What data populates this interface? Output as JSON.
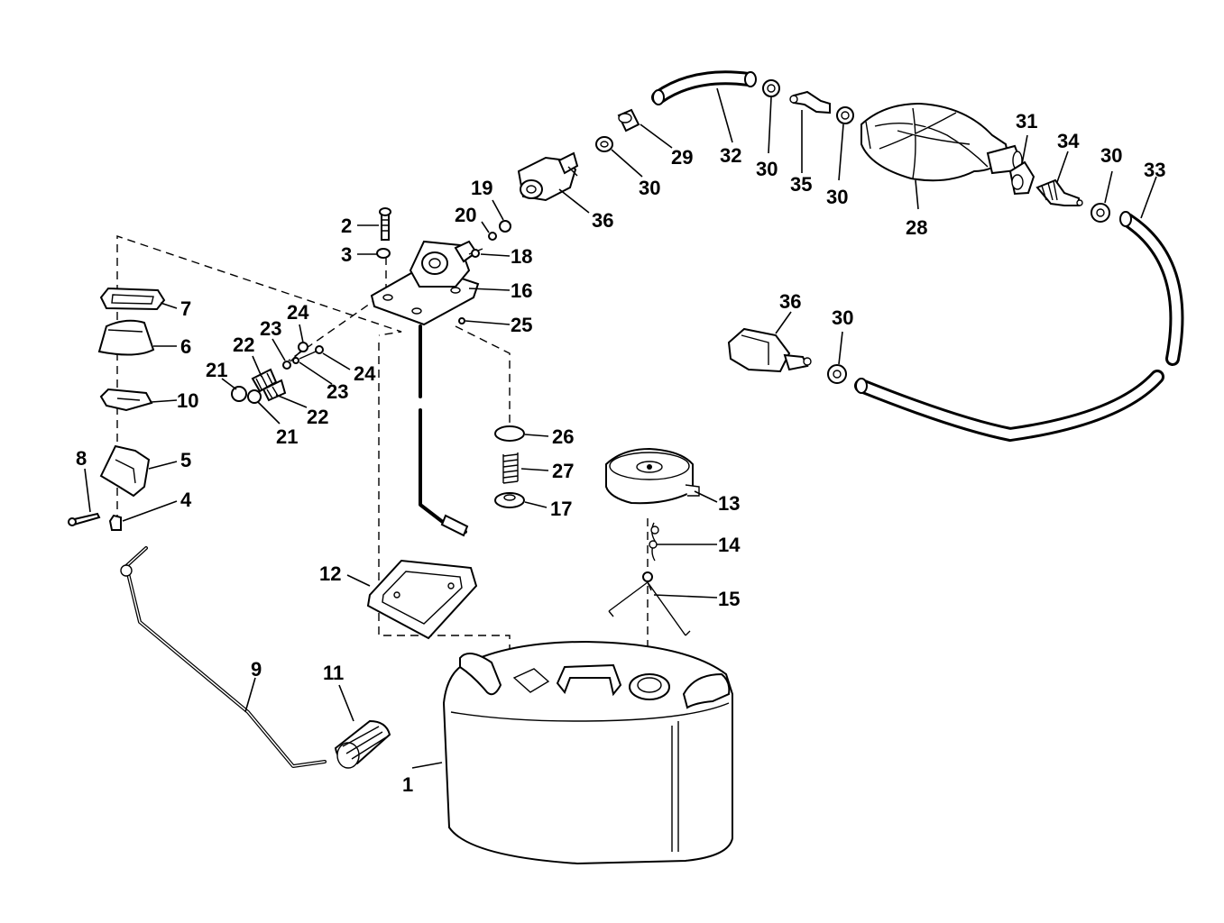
{
  "callouts": {
    "c1": "1",
    "c2": "2",
    "c3": "3",
    "c4": "4",
    "c5": "5",
    "c6": "6",
    "c7": "7",
    "c8": "8",
    "c9": "9",
    "c10": "10",
    "c11": "11",
    "c12": "12",
    "c13": "13",
    "c14": "14",
    "c15": "15",
    "c16": "16",
    "c17": "17",
    "c18": "18",
    "c19": "19",
    "c20": "20",
    "c21a": "21",
    "c21b": "21",
    "c22a": "22",
    "c22b": "22",
    "c23a": "23",
    "c23b": "23",
    "c24a": "24",
    "c24b": "24",
    "c25": "25",
    "c26": "26",
    "c27": "27",
    "c28": "28",
    "c29": "29",
    "c30a": "30",
    "c30b": "30",
    "c30c": "30",
    "c30d": "30",
    "c30e": "30",
    "c31": "31",
    "c32": "32",
    "c33": "33",
    "c34": "34",
    "c35": "35",
    "c36a": "36",
    "c36b": "36"
  }
}
